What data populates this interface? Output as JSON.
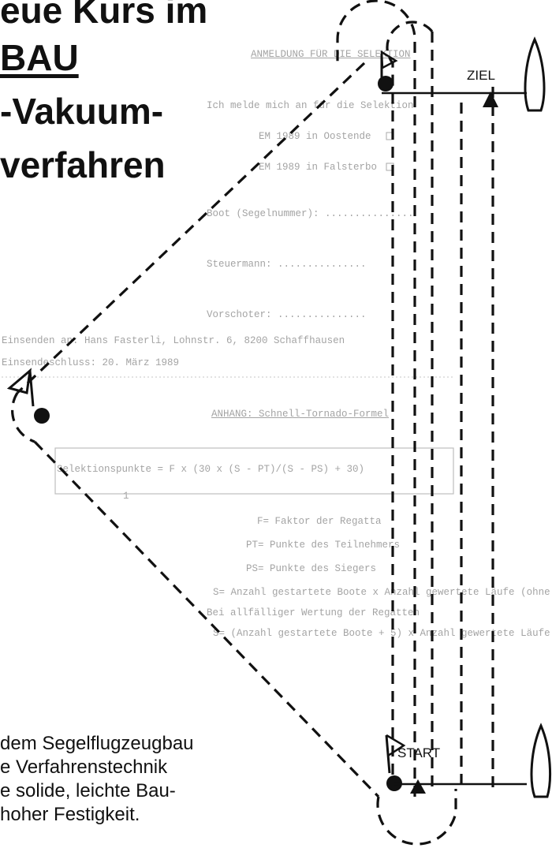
{
  "headline": {
    "line1": "eue Kurs im",
    "line2": "BAU",
    "line3": "-Vakuum-",
    "line4": "verfahren"
  },
  "caption": {
    "line1": "dem Segelflugzeugbau",
    "line2": "e Verfahrenstechnik",
    "line3": "e solide, leichte Bau-",
    "line4": "hoher Festigkeit."
  },
  "diagram_labels": {
    "finish": "ZIEL",
    "start": "START"
  },
  "background_form": {
    "title": "ANMELDUNG FÜR DIE SELEKTION",
    "intro": "Ich melde mich an für die Selektion",
    "option1": "EM 1989 in Oostende",
    "option2": "EM 1989 in Falsterbo",
    "boat": "Boot (Segelnummer): ...............",
    "helmsman": "Steuermann:          ...............",
    "crew": "Vorschoter:          ...............",
    "address": "Einsenden an: Hans Fasterli, Lohnstr. 6, 8200 Schaffhausen",
    "deadline": "Einsendeschluss: 20. März 1989",
    "appendix": "ANHANG: Schnell-Tornado-Formel",
    "formula": "Selektionspunkte = F x (30 x (S - PT)/(S - PS) + 30)",
    "formula_mark": "1",
    "def_f": "F= Faktor der Regatta",
    "def_pt": "PT= Punkte des Teilnehmers",
    "def_ps": "PS= Punkte des Siegers",
    "def_s": "S= Anzahl gestartete Boote x Anzahl gewertete Läufe (ohne",
    "def_note": "Bei allfälliger Wertung der Regatten",
    "def_s2": "S= (Anzahl gestartete Boote + 5) x Anzahl gewertete Läufe"
  },
  "colors": {
    "ink": "#111111",
    "paper": "#ffffff",
    "faint_text": "#9a9a9a"
  }
}
